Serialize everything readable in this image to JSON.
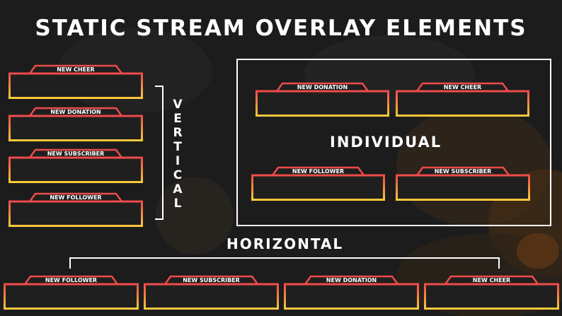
{
  "title": "STATIC STREAM OVERLAY ELEMENTS",
  "groups": {
    "vertical": {
      "label": "VERTICAL",
      "letters": [
        "V",
        "E",
        "R",
        "T",
        "I",
        "C",
        "A",
        "L"
      ],
      "items": [
        "NEW CHEER",
        "NEW DONATION",
        "NEW SUBSCRIBER",
        "NEW FOLLOWER"
      ]
    },
    "individual": {
      "label": "INDIVIDUAL",
      "items": [
        "NEW DONATION",
        "NEW CHEER",
        "NEW FOLLOWER",
        "NEW SUBSCRIBER"
      ]
    },
    "horizontal": {
      "label": "HORIZONTAL",
      "items": [
        "NEW FOLLOWER",
        "NEW SUBSCRIBER",
        "NEW DONATION",
        "NEW CHEER"
      ]
    }
  },
  "colors": {
    "gradient_top": "#ef4a4a",
    "gradient_mid": "#f48a3c",
    "gradient_bottom": "#f9c93c",
    "panel_fill": "#1f1f1f",
    "background": "#1c1c1c"
  }
}
